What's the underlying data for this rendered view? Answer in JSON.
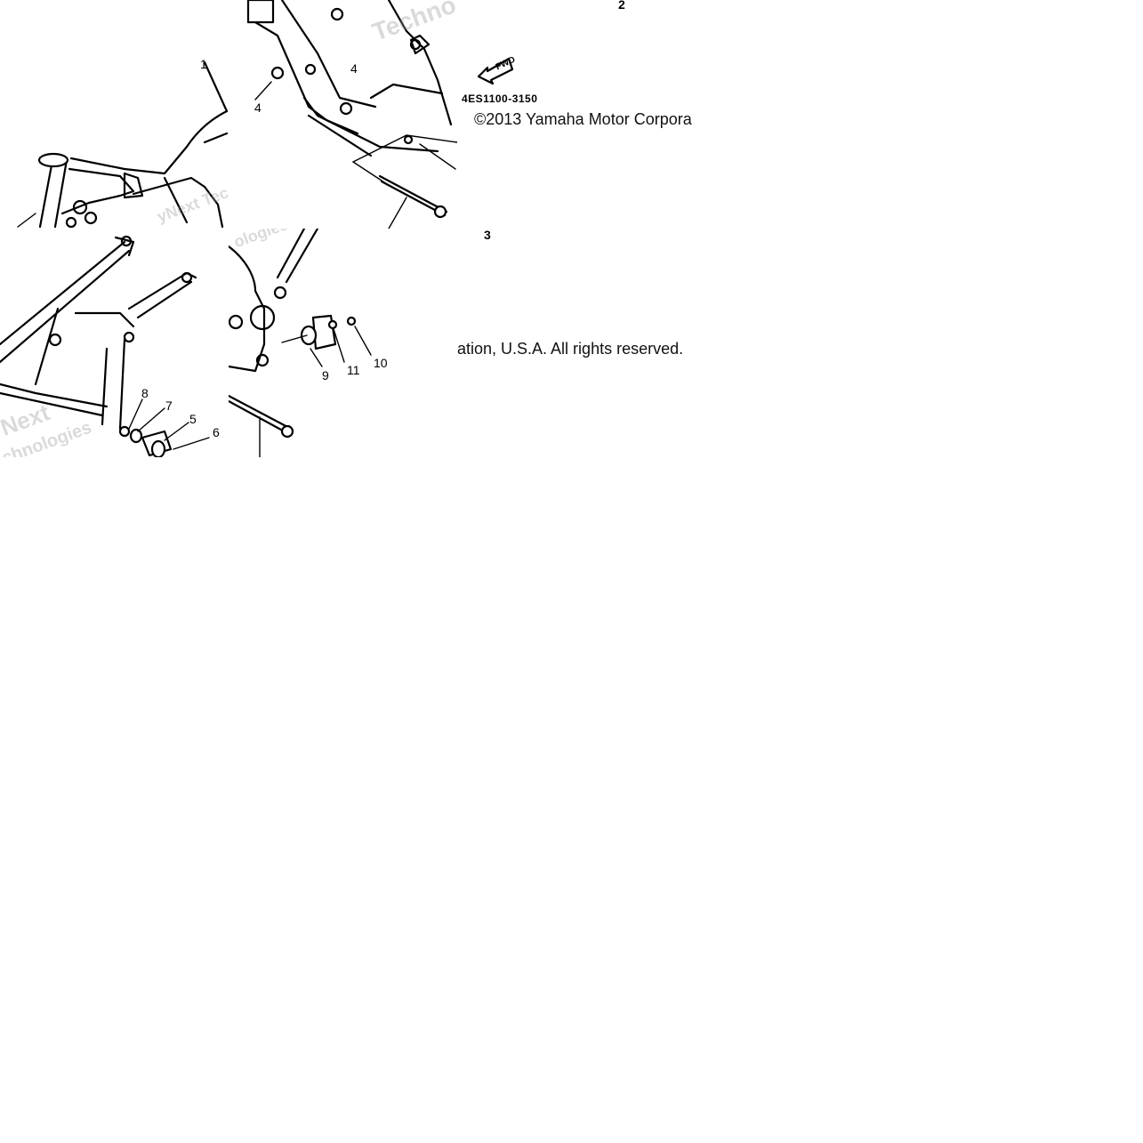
{
  "diagram": {
    "part_code": "4ES1100-3150",
    "copyright_part1": "©2013 Yamaha Motor Corpora",
    "copyright_part2": "ation, U.S.A. All rights reserved.",
    "forward_arrow_label": "FWD",
    "watermarks": [
      "Techno",
      "yNext Tec",
      "ologies",
      "Next",
      "chnologies"
    ],
    "callouts": {
      "c1": "1",
      "c2": "2",
      "c3": "3",
      "c4a": "4",
      "c4b": "4",
      "c5": "5",
      "c6": "6",
      "c7": "7",
      "c8": "8",
      "c9": "9",
      "c10": "10",
      "c11": "11"
    }
  }
}
